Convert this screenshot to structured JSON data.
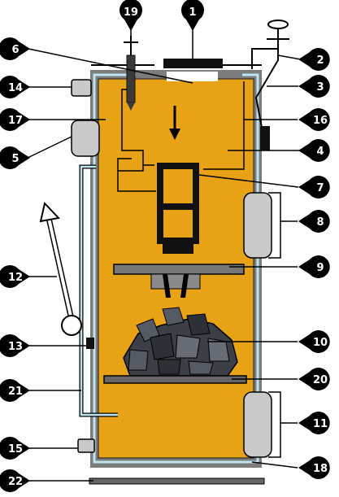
{
  "colors": {
    "body_fill": "#e8a215",
    "body_stroke": "#1a1a1a",
    "jacket": "#7c7c7c",
    "water_pipe": "#bfe3ef",
    "metal_light": "#d8d8d8",
    "metal_dark": "#7a7a7a",
    "coal": "#3c3f46",
    "callout": "#000000",
    "callout_text": "#ffffff",
    "line": "#000000"
  },
  "callouts": {
    "c1": "1",
    "c2": "2",
    "c3": "3",
    "c4": "4",
    "c5": "5",
    "c6": "6",
    "c7": "7",
    "c8": "8",
    "c9": "9",
    "c10": "10",
    "c11": "11",
    "c12": "12",
    "c13": "13",
    "c14": "14",
    "c15": "15",
    "c16": "16",
    "c17": "17",
    "c18": "18",
    "c19": "19",
    "c20": "20",
    "c21": "21",
    "c22": "22"
  }
}
